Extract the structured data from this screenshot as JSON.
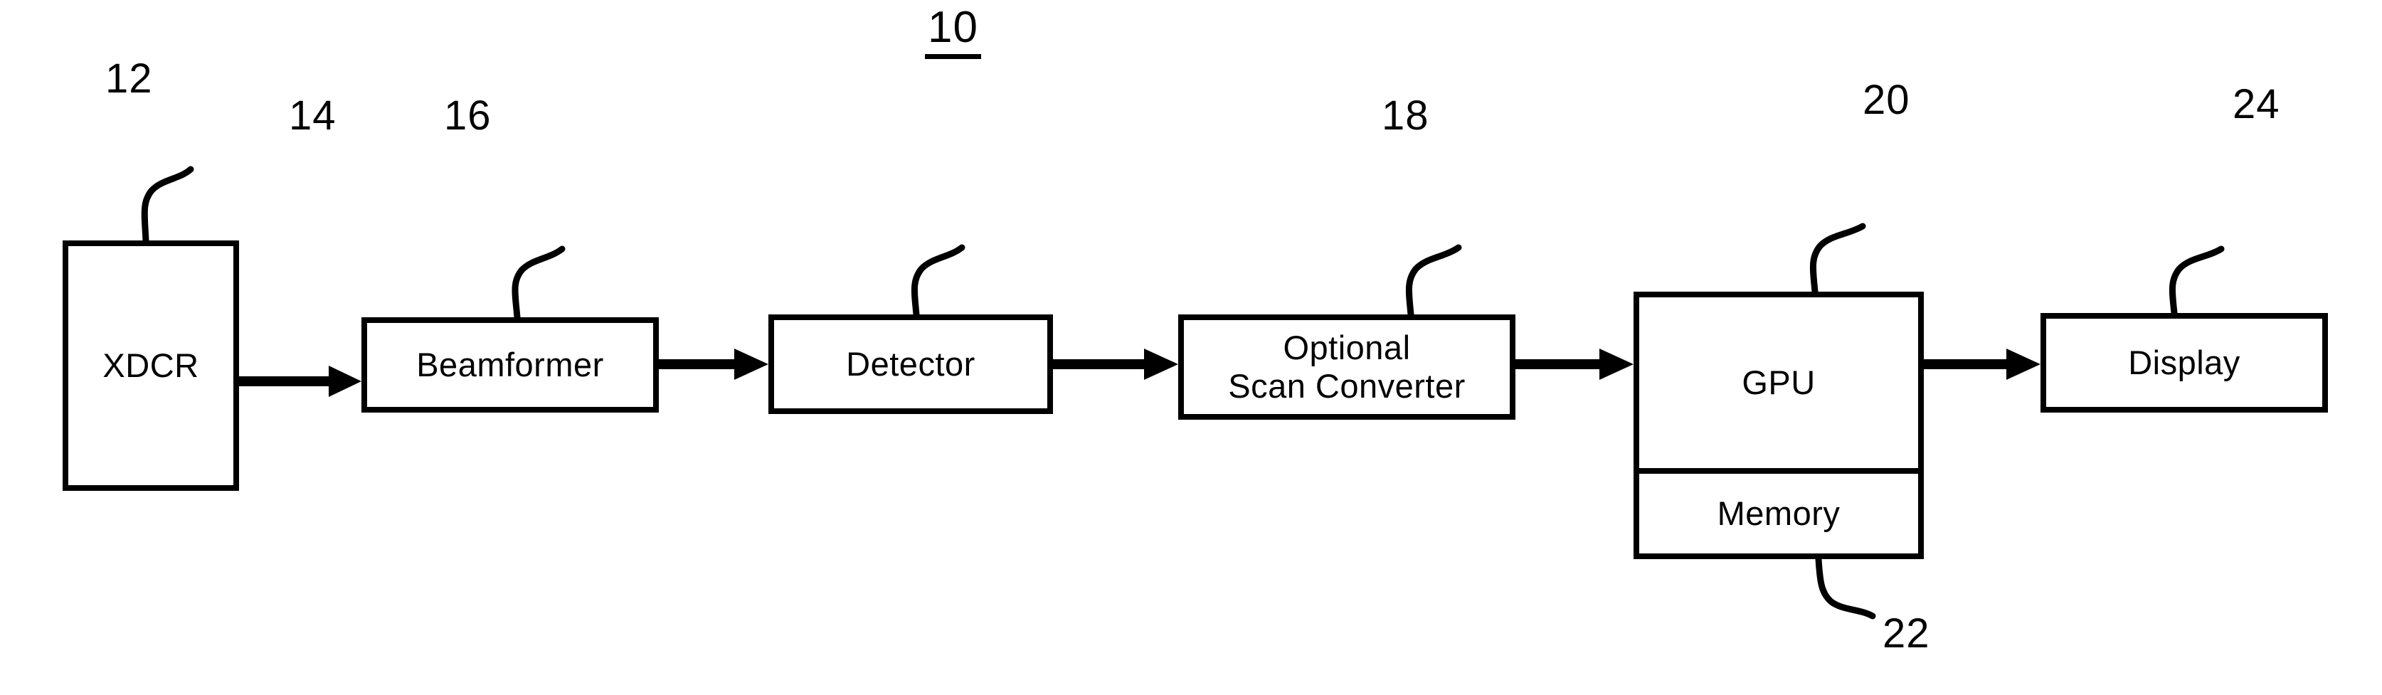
{
  "figure": {
    "number": "10",
    "blocks": [
      {
        "id": "xdcr",
        "label": "XDCR"
      },
      {
        "id": "beamformer",
        "label": "Beamformer"
      },
      {
        "id": "detector",
        "label": "Detector"
      },
      {
        "id": "scanconv",
        "label": "Optional\nScan Converter"
      },
      {
        "id": "gpu",
        "label": "GPU"
      },
      {
        "id": "memory",
        "label": "Memory"
      },
      {
        "id": "display",
        "label": "Display"
      }
    ],
    "reference_numerals": [
      {
        "id": "ref-12",
        "value": "12",
        "points_to": "xdcr"
      },
      {
        "id": "ref-14",
        "value": "14",
        "points_to": "beamformer"
      },
      {
        "id": "ref-16",
        "value": "16",
        "points_to": "detector"
      },
      {
        "id": "ref-18",
        "value": "18",
        "points_to": "scanconv"
      },
      {
        "id": "ref-20",
        "value": "20",
        "points_to": "gpu"
      },
      {
        "id": "ref-22",
        "value": "22",
        "points_to": "memory"
      },
      {
        "id": "ref-24",
        "value": "24",
        "points_to": "display"
      }
    ],
    "connections": [
      {
        "from": "xdcr",
        "to": "beamformer"
      },
      {
        "from": "beamformer",
        "to": "detector"
      },
      {
        "from": "detector",
        "to": "scanconv"
      },
      {
        "from": "scanconv",
        "to": "gpu"
      },
      {
        "from": "gpu",
        "to": "display"
      }
    ],
    "colors": {
      "ink": "#000000",
      "background": "#ffffff"
    }
  }
}
